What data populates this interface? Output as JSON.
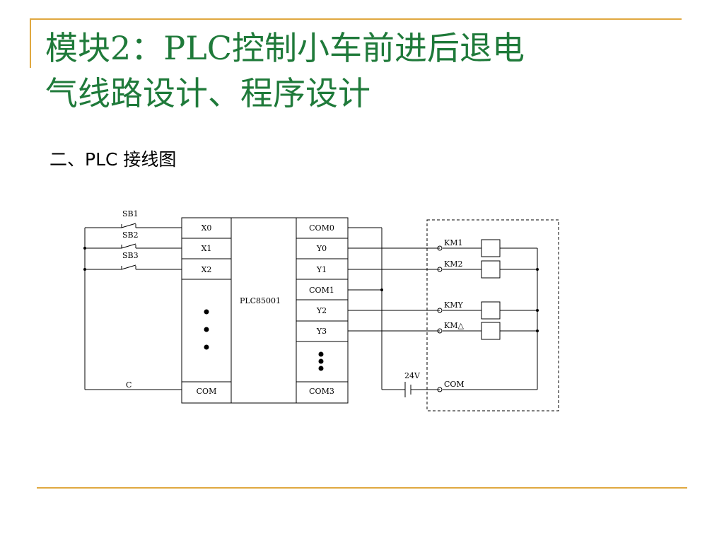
{
  "slide": {
    "title_line1": "模块2：PLC控制小车前进后退电",
    "title_line2": "气线路设计、程序设计",
    "subtitle": "二、PLC 接线图",
    "accent_color": "#e0a840",
    "title_color": "#1f7a3a"
  },
  "diagram": {
    "plc_model": "PLC85001",
    "switches": [
      "SB1",
      "SB2",
      "SB3"
    ],
    "input_terminals": [
      "X0",
      "X1",
      "X2",
      "COM"
    ],
    "common_label": "C",
    "output_terminals": [
      "COM0",
      "Y0",
      "Y1",
      "COM1",
      "Y2",
      "Y3",
      "COM3"
    ],
    "loads": [
      "KM1",
      "KM2",
      "KMY",
      "KM△",
      "COM"
    ],
    "supply": "24V"
  }
}
